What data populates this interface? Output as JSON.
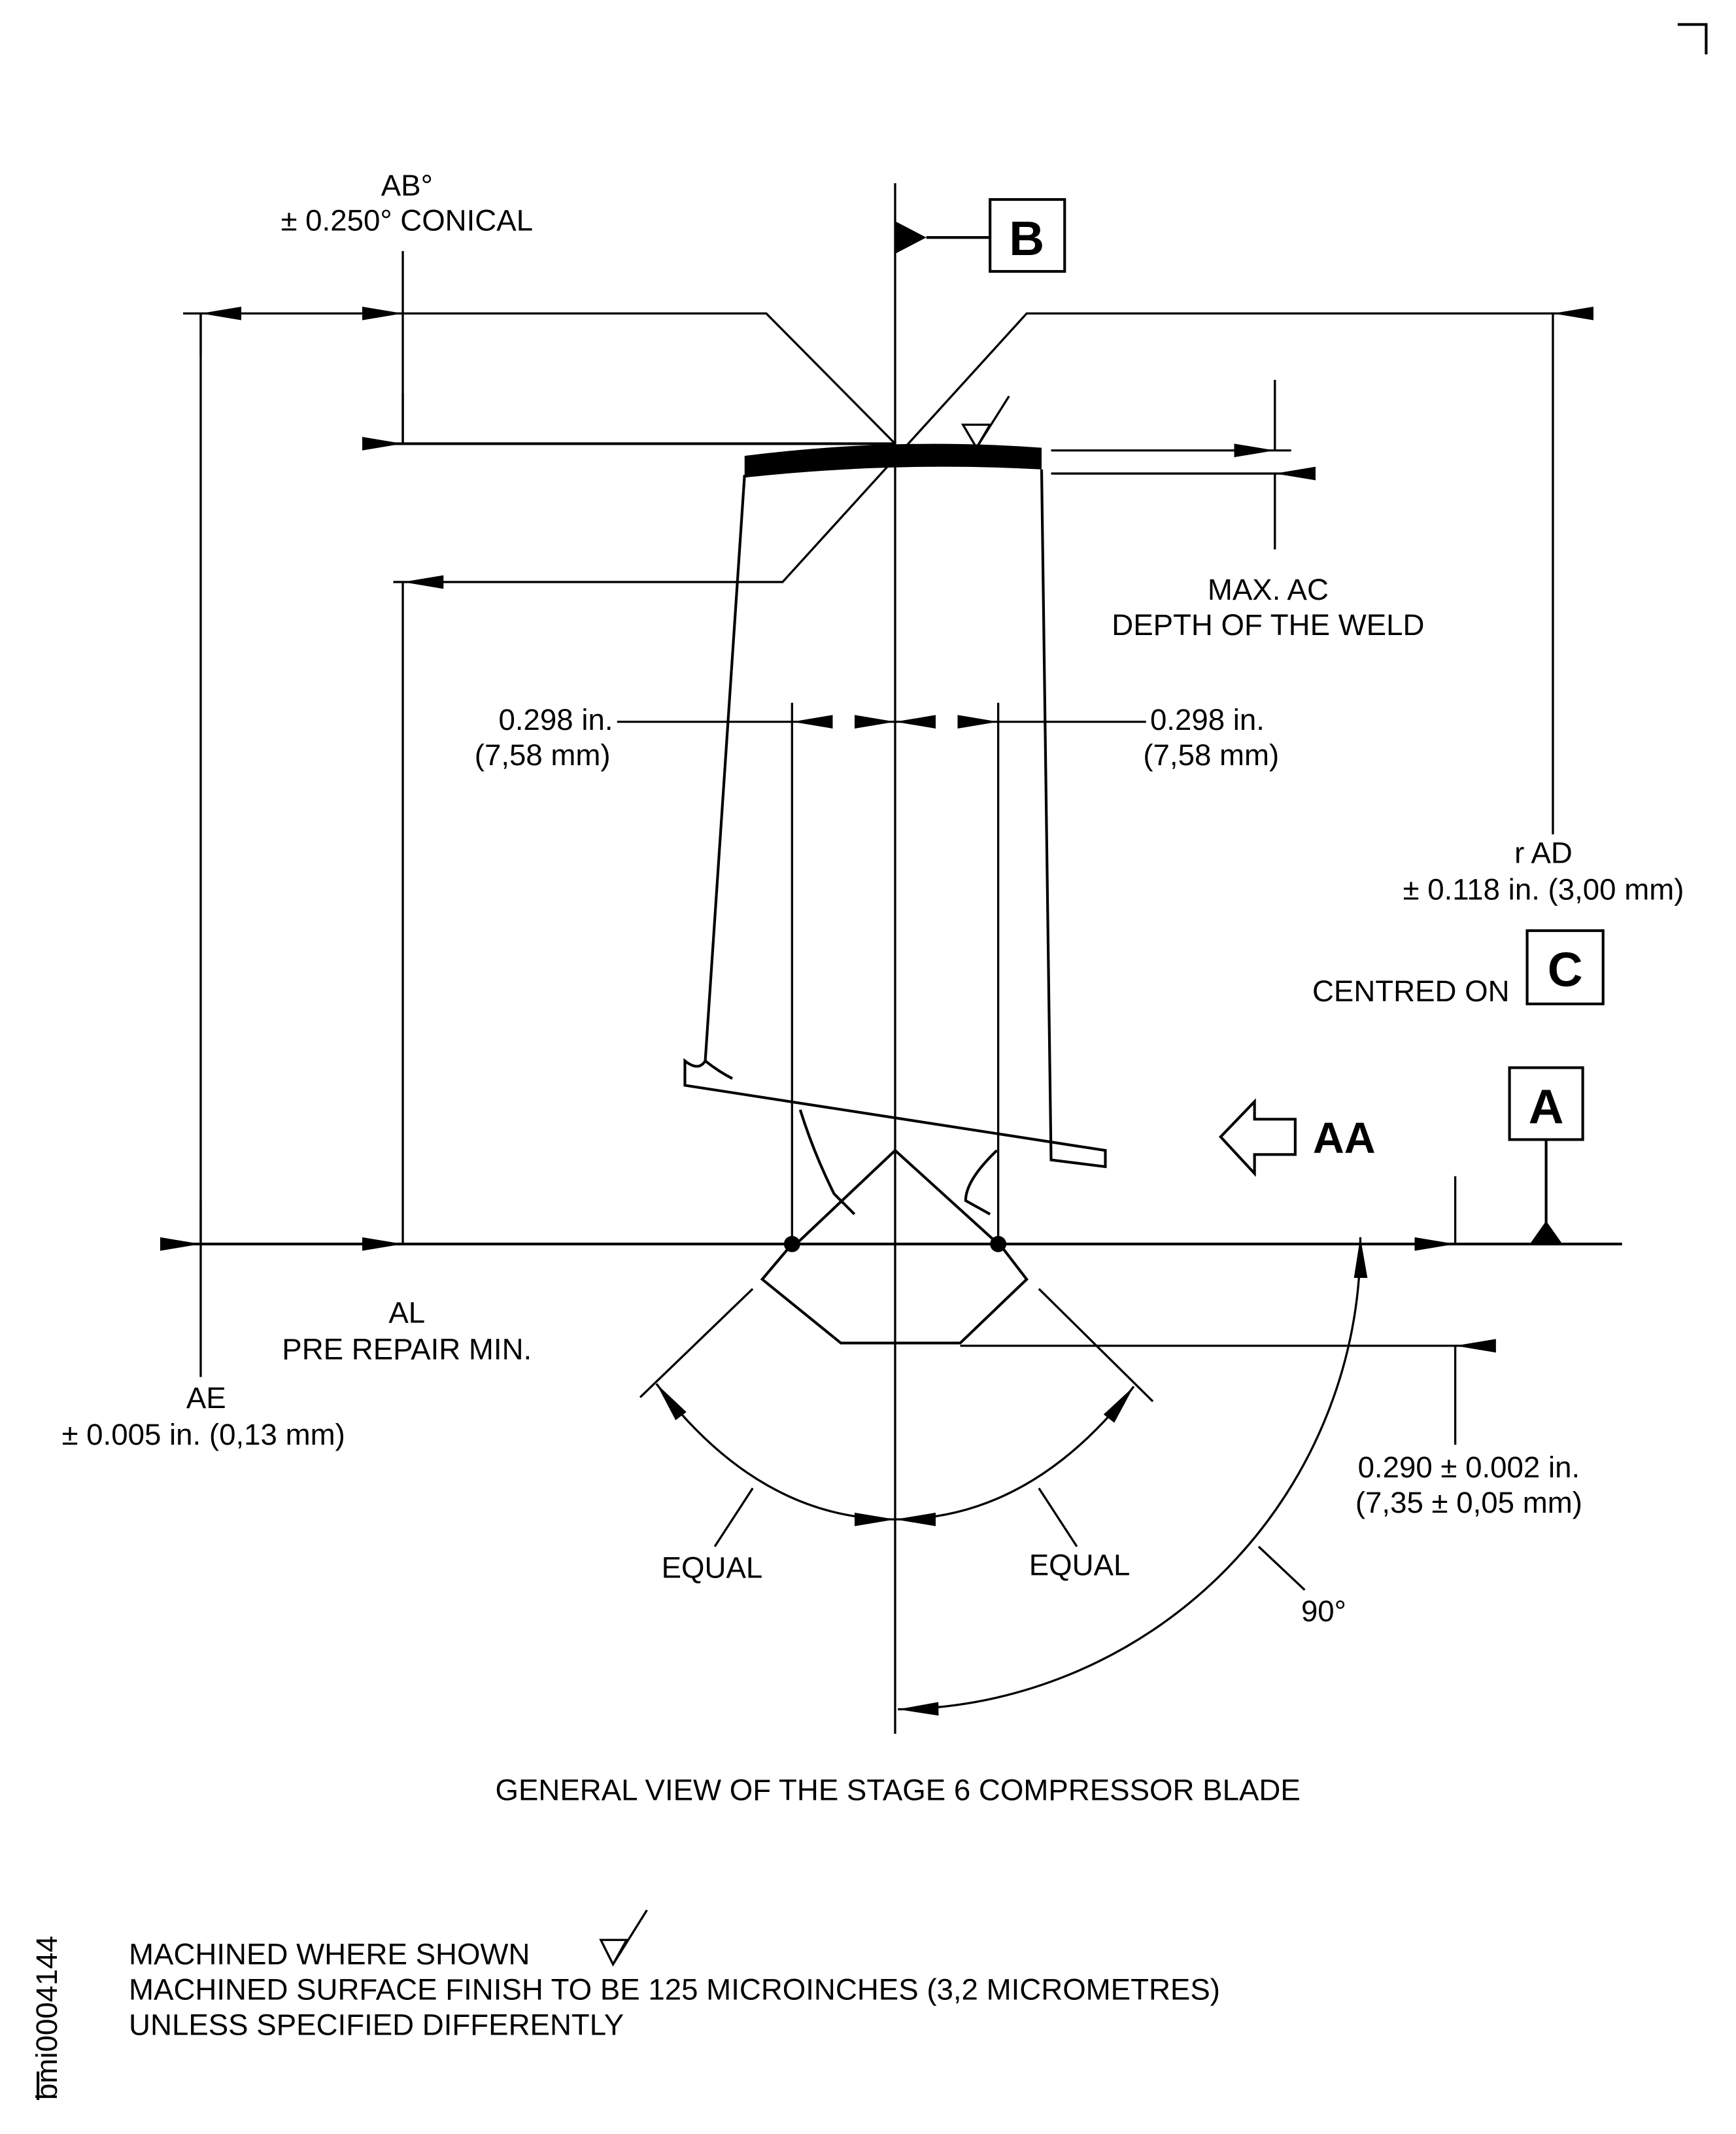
{
  "title": "GENERAL VIEW OF THE STAGE 6 COMPRESSOR BLADE",
  "datums": {
    "a": "A",
    "b": "B",
    "c": "C"
  },
  "view_arrow": "AA",
  "dimensions": {
    "ab_line1": "AB°",
    "ab_line2": "± 0.250° CONICAL",
    "ac_line1": "MAX. AC",
    "ac_line2": "DEPTH OF THE WELD",
    "left_298_line1": "0.298 in.",
    "left_298_line2": "(7,58 mm)",
    "right_298_line1": "0.298 in.",
    "right_298_line2": "(7,58 mm)",
    "ad_line1": "r AD",
    "ad_line2": "± 0.118 in. (3,00 mm)",
    "centred_on": "CENTRED ON",
    "al_line1": "AL",
    "al_line2": "PRE REPAIR MIN.",
    "ae_line1": "AE",
    "ae_line2": "± 0.005 in. (0,13 mm)",
    "d290_line1": "0.290 ± 0.002 in.",
    "d290_line2": "(7,35 ± 0,05 mm)",
    "equal_left": "EQUAL",
    "equal_right": "EQUAL",
    "angle": "90°"
  },
  "notes": [
    "MACHINED WHERE SHOWN",
    "MACHINED SURFACE FINISH TO BE 125 MICROINCHES (3,2 MICROMETRES)",
    "UNLESS SPECIFIED DIFFERENTLY"
  ],
  "figure_id": "bmi0004144"
}
